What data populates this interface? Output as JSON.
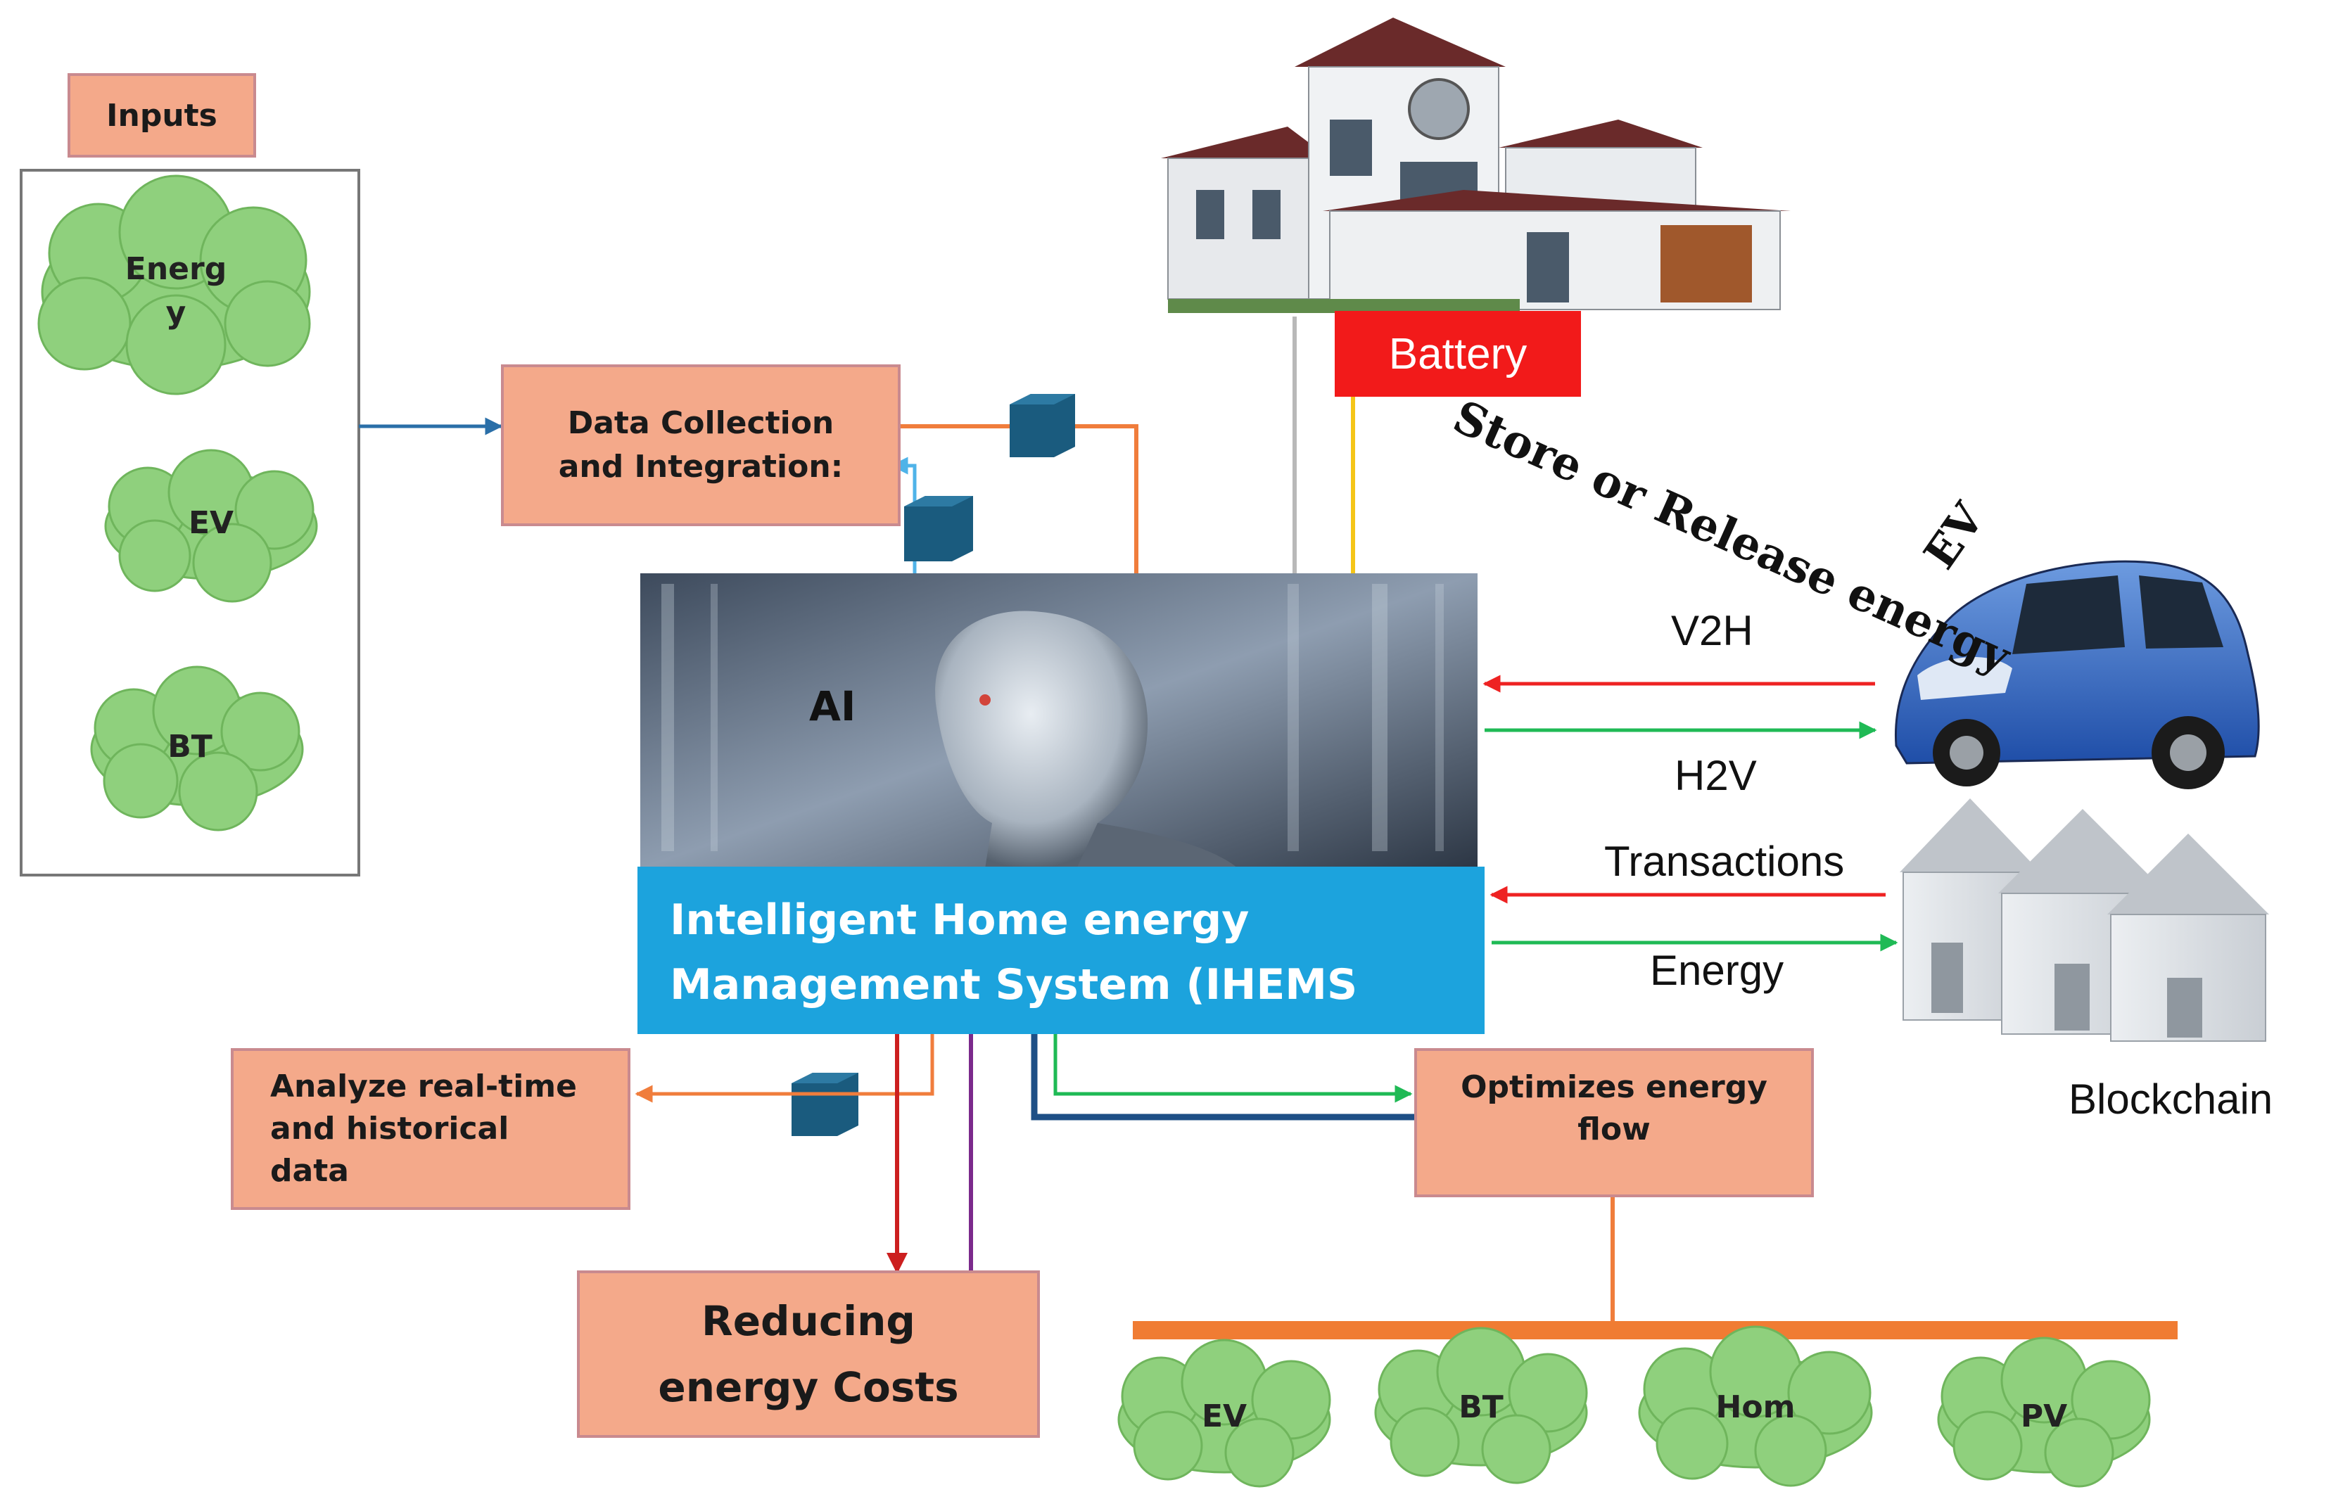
{
  "inputs": {
    "header": "Inputs",
    "clouds": [
      {
        "line1": "Energ",
        "line2": "y"
      },
      {
        "line1": "EV",
        "line2": ""
      },
      {
        "line1": "BT",
        "line2": ""
      }
    ]
  },
  "data_collection": {
    "line1": "Data Collection",
    "line2": "and Integration:"
  },
  "ai_label": "AI",
  "battery": "Battery",
  "store_release": "Store or Release energy",
  "ev_label": "EV",
  "ihems": {
    "line1": "Intelligent Home energy",
    "line2": "Management System (IHEMS"
  },
  "flows": {
    "v2h": "V2H",
    "h2v": "H2V",
    "transactions": "Transactions",
    "energy": "Energy"
  },
  "blockchain": "Blockchain",
  "analyze": {
    "line1": "Analyze real-time",
    "line2": "and historical",
    "line3": "data"
  },
  "optimizes": {
    "line1": "Optimizes energy",
    "line2": "flow"
  },
  "reducing": {
    "line1": "Reducing",
    "line2": "energy Costs"
  },
  "outputs": [
    "EV",
    "BT",
    "Hom",
    "PV"
  ],
  "colors": {
    "box_fill": "#f4a98a",
    "cloud_fill": "#8fd07d",
    "ihems_blue": "#1ca3dd",
    "battery_red": "#f21a1a",
    "arrow_red": "#ee2222",
    "arrow_green": "#1fba55",
    "orange_line": "#f07d3c",
    "bus_orange": "#f07c33",
    "dark_blue_line": "#1e4f86"
  }
}
